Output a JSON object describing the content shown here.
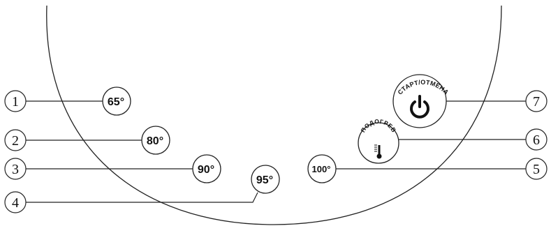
{
  "buttons": {
    "t65": {
      "text": "65°"
    },
    "t80": {
      "text": "80°"
    },
    "t90": {
      "text": "90°"
    },
    "t95": {
      "text": "95°"
    },
    "t100": {
      "text": "100°"
    },
    "warm": {
      "text": "ПОДОГРЕВ",
      "icon": "thermometer-icon"
    },
    "start": {
      "text": "СТАРТ/ОТМЕНА",
      "icon": "power-icon"
    }
  },
  "callouts": [
    "1",
    "2",
    "3",
    "4",
    "5",
    "6",
    "7"
  ]
}
